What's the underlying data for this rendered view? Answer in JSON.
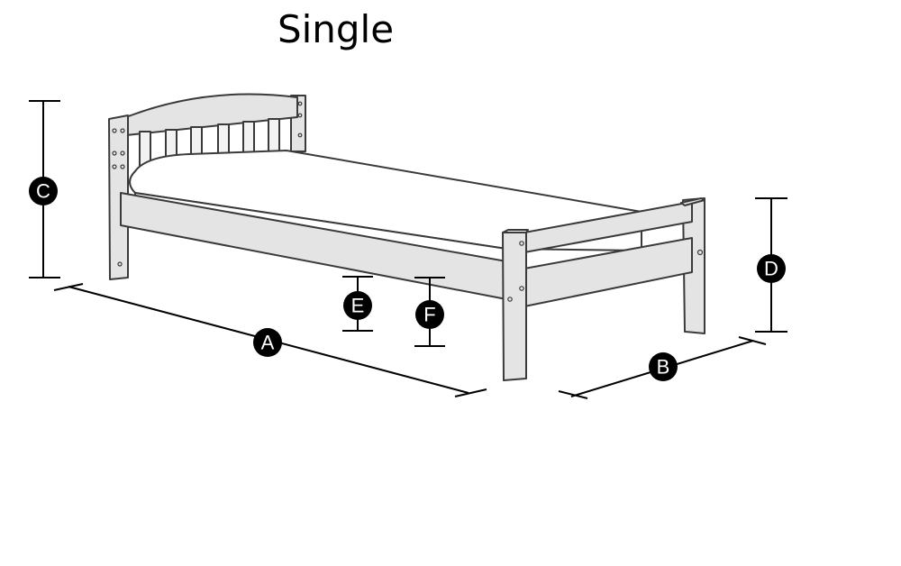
{
  "title": "Single",
  "dimensions": [
    {
      "id": "A",
      "label": "A"
    },
    {
      "id": "B",
      "label": "B"
    },
    {
      "id": "C",
      "label": "C"
    },
    {
      "id": "D",
      "label": "D"
    },
    {
      "id": "E",
      "label": "E"
    },
    {
      "id": "F",
      "label": "F"
    }
  ]
}
